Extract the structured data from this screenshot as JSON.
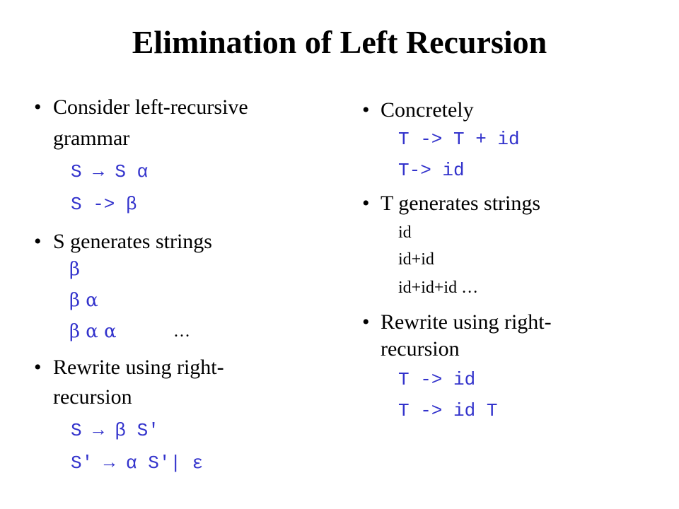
{
  "title": "Elimination of Left Recursion",
  "left": {
    "b1_line1": "Consider left-recursive",
    "b1_line2": "grammar",
    "g1": "S  →  S  α",
    "g2": "S ->  β",
    "b2": "S generates strings",
    "s1": "β",
    "s2": "β  α",
    "s3": "β  α  α",
    "s3_ellipsis": "…",
    "b3_line1": "Rewrite using right-",
    "b3_line2": "recursion",
    "r1": "S  →  β  S′",
    "r2": "S′  →  α  S′|  ε"
  },
  "right": {
    "b1": "Concretely",
    "c1": "T -> T + id",
    "c2": "T-> id",
    "b2": "T generates strings",
    "t1": "id",
    "t2": "id+id",
    "t3": "id+id+id …",
    "b3_line1": "Rewrite using right-",
    "b3_line2": "recursion",
    "r1": "T -> id",
    "r2": "T -> id T"
  }
}
